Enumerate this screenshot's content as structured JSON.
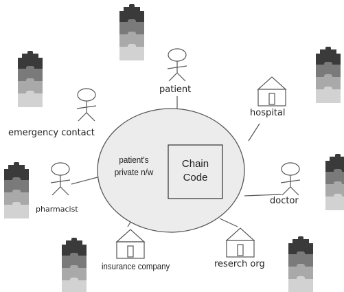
{
  "network": {
    "label_line1": "patient's",
    "label_line2": "private n/w"
  },
  "chaincode": {
    "line1": "Chain",
    "line2": "Code"
  },
  "nodes": {
    "patient": "patient",
    "hospital": "hospital",
    "emergency_contact": "emergency contact",
    "pharmacist": "pharmacist",
    "doctor": "doctor",
    "insurance_company": "insurance company",
    "research_org": "reserch org"
  },
  "colors": {
    "stroke": "#555555",
    "ellipse_fill": "#ececec",
    "puzzle_dark": "#3a3a3a",
    "puzzle_mid": "#7a7a7a",
    "puzzle_light": "#a9a9a9",
    "puzzle_pale": "#d2d2d2"
  }
}
